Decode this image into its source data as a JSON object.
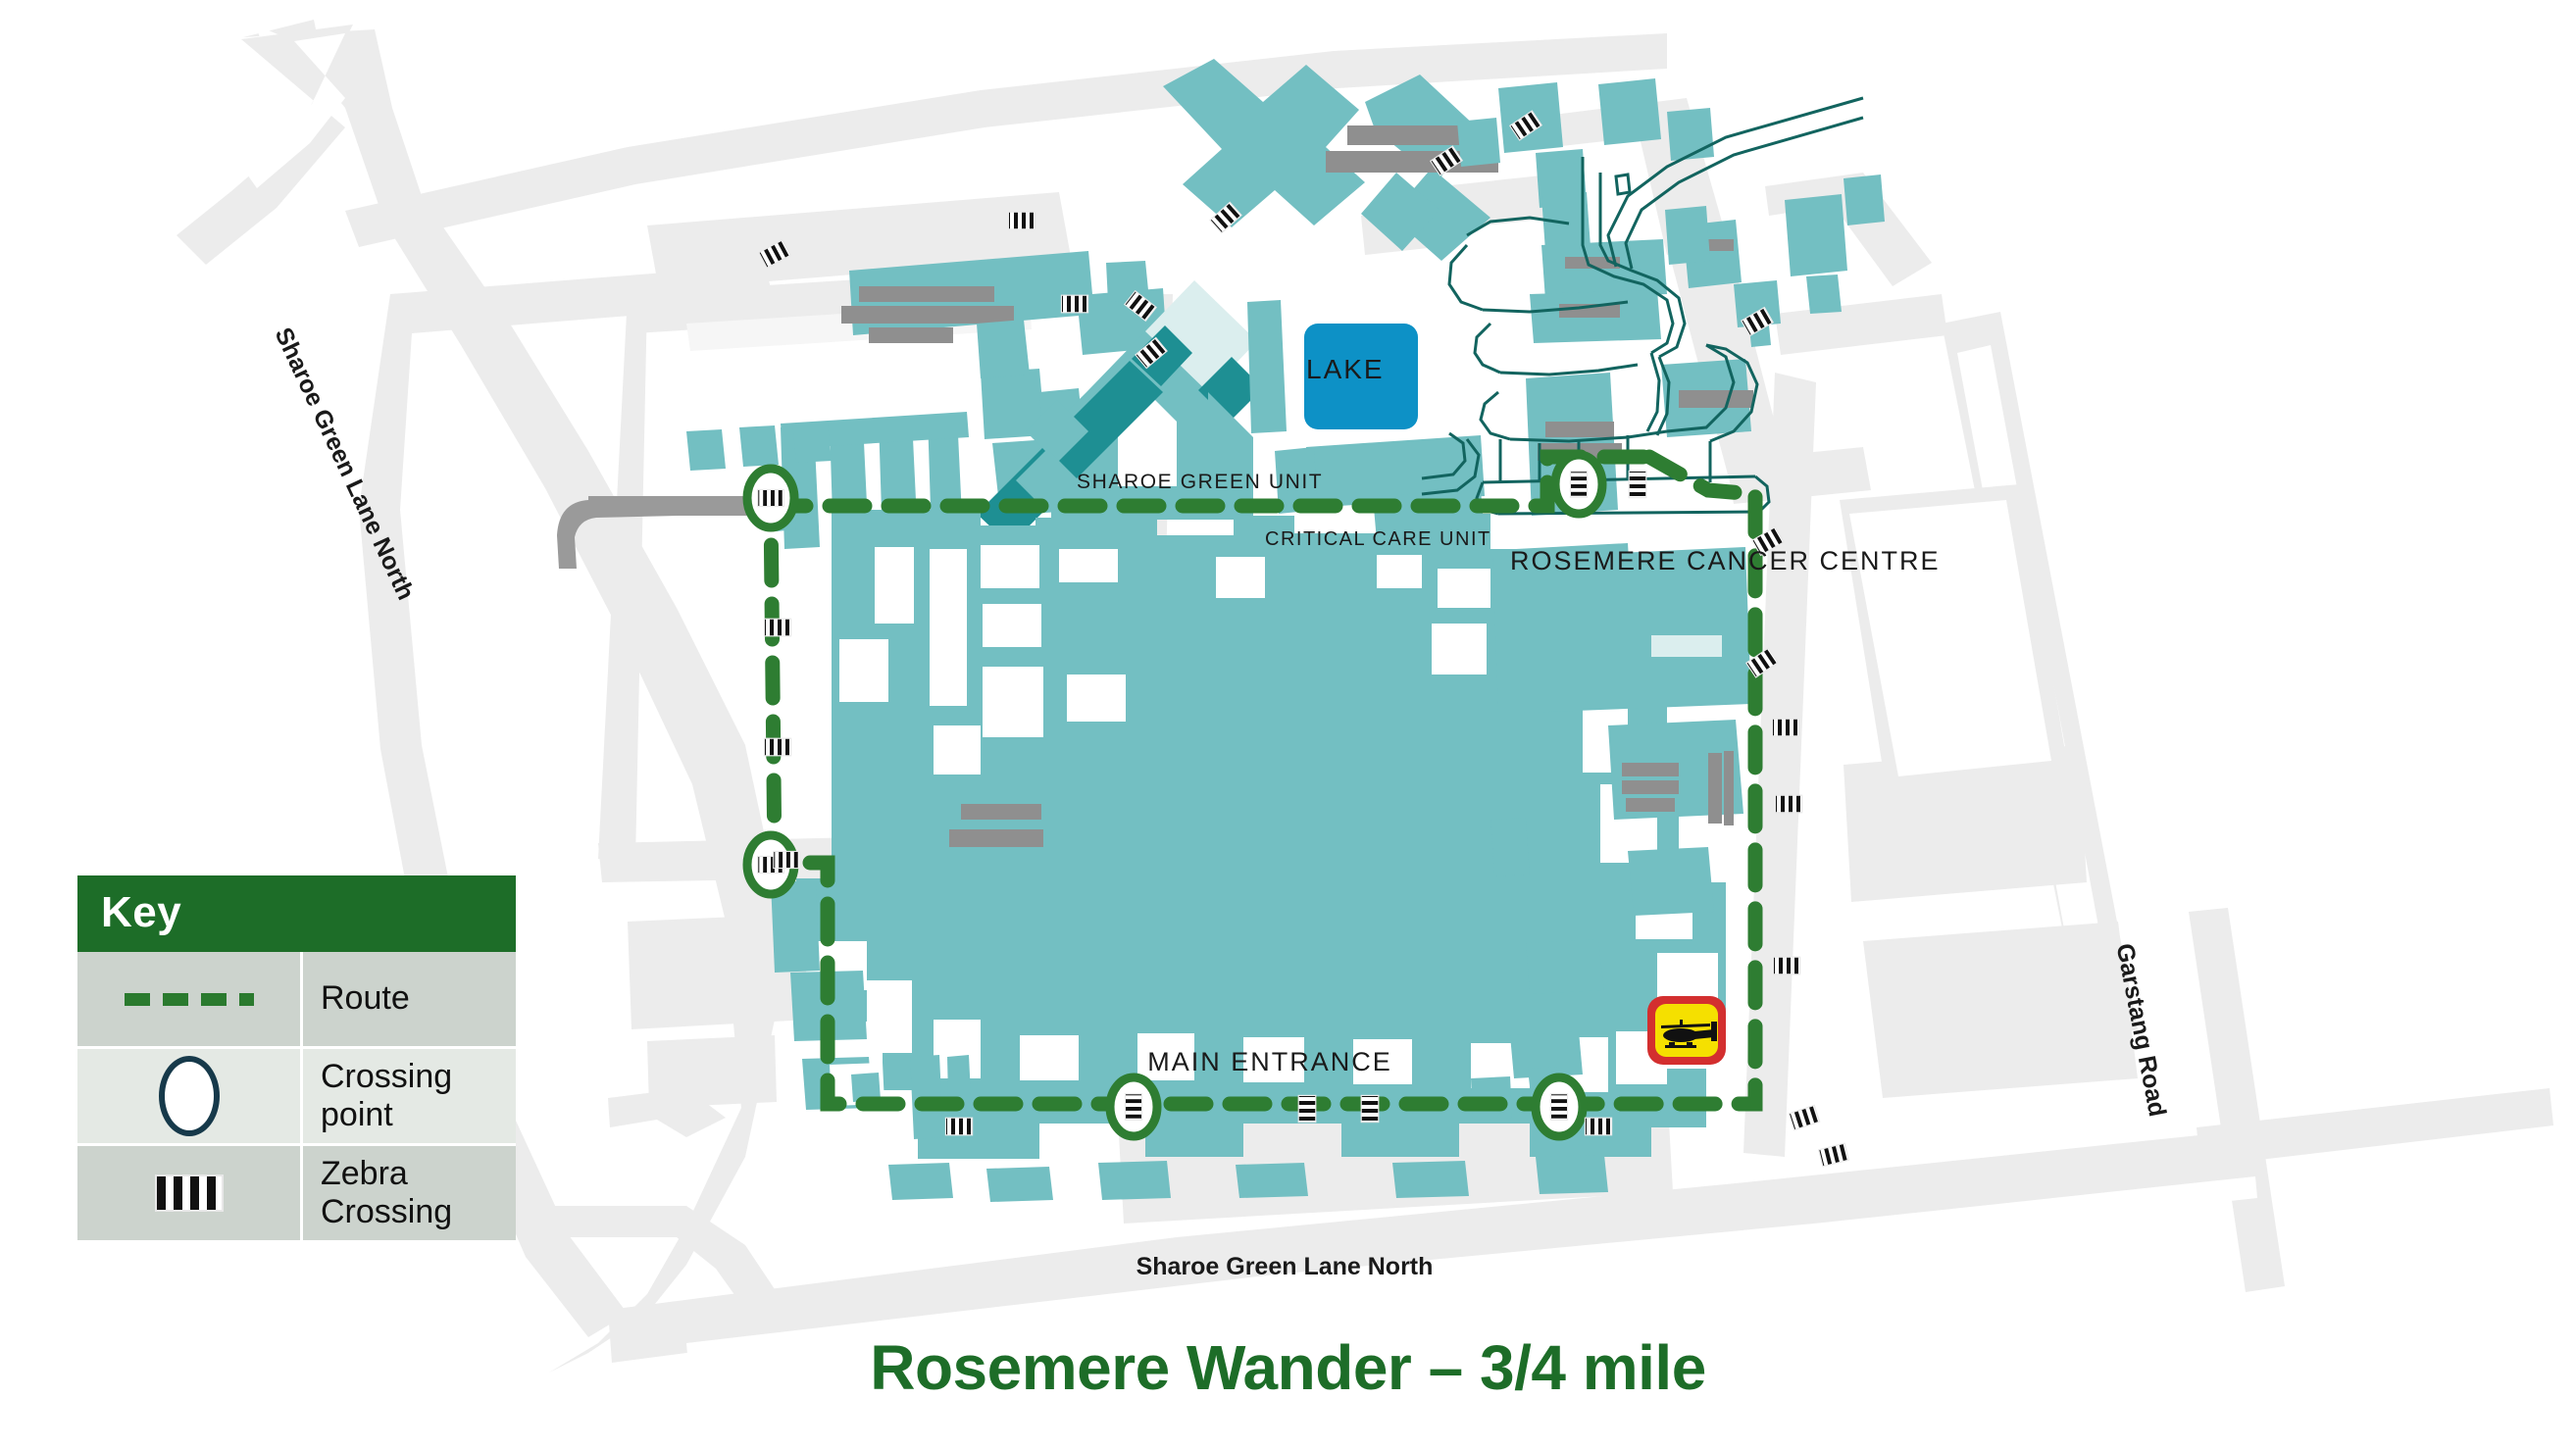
{
  "title": "Rosemere Wander – 3/4  mile",
  "legend": {
    "header": "Key",
    "rows": [
      {
        "symbol": "dashed-green-line",
        "label": "Route"
      },
      {
        "symbol": "white-ellipse-outline",
        "label": "Crossing point"
      },
      {
        "symbol": "black-white-stripes",
        "label": "Zebra Crossing"
      }
    ]
  },
  "map": {
    "labels": {
      "lake": "LAKE",
      "sharoe_green_unit": "SHAROE GREEN UNIT",
      "critical_care_unit": "CRITICAL CARE UNIT",
      "rosemere_cancer_centre": "ROSEMERE CANCER CENTRE",
      "main_entrance": "MAIN ENTRANCE",
      "sharoe_green_lane_north_bottom": "Sharoe Green Lane North",
      "sharoe_green_lane_north_left": "Sharoe Green Lane North",
      "garstang_road": "Garstang Road"
    },
    "colors": {
      "building": "#73bfc2",
      "building_light": "#dbeeee",
      "lake": "#0d91c6",
      "road": "#ececec",
      "road_grey": "#9a9a9a",
      "route_green": "#2e7d32",
      "key_header_green": "#1d6d28",
      "title_green": "#1d6d28",
      "teal_path": "#1e8f93",
      "helipad_yellow": "#f5e000",
      "helipad_red": "#d32f2f",
      "roof_grey": "#8f8f8f",
      "legend_row_a": "#ccd3cd",
      "legend_row_b": "#e4e9e4"
    },
    "markers": {
      "helipad": "helicopter-icon",
      "crossing_points_count": 5,
      "zebra_crossings_count": 24
    }
  }
}
